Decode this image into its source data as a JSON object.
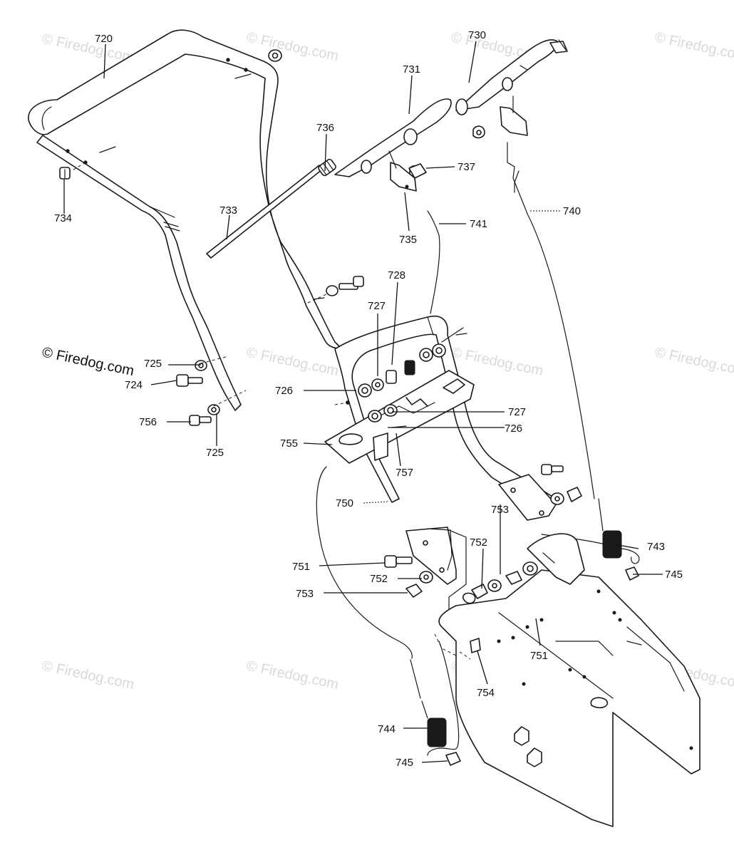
{
  "watermark": {
    "text": "© Firedog.com",
    "color_faint": "#d9d9d9",
    "color_dark": "#111111"
  },
  "diagram": {
    "callouts": [
      {
        "id": "c720",
        "label": "720"
      },
      {
        "id": "c730",
        "label": "730"
      },
      {
        "id": "c731",
        "label": "731"
      },
      {
        "id": "c736",
        "label": "736"
      },
      {
        "id": "c737",
        "label": "737"
      },
      {
        "id": "c734",
        "label": "734"
      },
      {
        "id": "c733",
        "label": "733"
      },
      {
        "id": "c740",
        "label": "740"
      },
      {
        "id": "c741",
        "label": "741"
      },
      {
        "id": "c735",
        "label": "735"
      },
      {
        "id": "c728",
        "label": "728"
      },
      {
        "id": "c727a",
        "label": "727"
      },
      {
        "id": "c725a",
        "label": "725"
      },
      {
        "id": "c724",
        "label": "724"
      },
      {
        "id": "c726a",
        "label": "726"
      },
      {
        "id": "c727b",
        "label": "727"
      },
      {
        "id": "c726b",
        "label": "726"
      },
      {
        "id": "c756",
        "label": "756"
      },
      {
        "id": "c725b",
        "label": "725"
      },
      {
        "id": "c755",
        "label": "755"
      },
      {
        "id": "c757",
        "label": "757"
      },
      {
        "id": "c750",
        "label": "750"
      },
      {
        "id": "c753a",
        "label": "753"
      },
      {
        "id": "c752a",
        "label": "752"
      },
      {
        "id": "c743",
        "label": "743"
      },
      {
        "id": "c751a",
        "label": "751"
      },
      {
        "id": "c752b",
        "label": "752"
      },
      {
        "id": "c745a",
        "label": "745"
      },
      {
        "id": "c753b",
        "label": "753"
      },
      {
        "id": "c751b",
        "label": "751"
      },
      {
        "id": "c754",
        "label": "754"
      },
      {
        "id": "c744",
        "label": "744"
      },
      {
        "id": "c745b",
        "label": "745"
      }
    ]
  }
}
